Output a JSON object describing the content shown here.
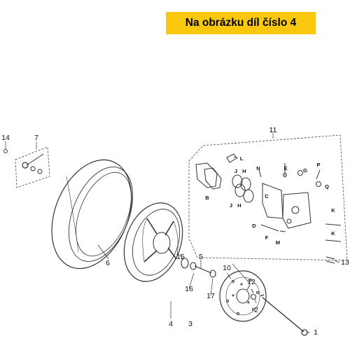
{
  "banner": {
    "text": "Na obrázku díl číslo 4"
  },
  "numbers": [
    "1",
    "2",
    "3",
    "4",
    "5",
    "6",
    "7",
    "10",
    "11",
    "12",
    "13",
    "14",
    "15",
    "16",
    "17"
  ],
  "letters": [
    "L",
    "J",
    "H",
    "N",
    "E",
    "G",
    "P",
    "Q",
    "B",
    "J",
    "H",
    "C",
    "K",
    "D",
    "F",
    "M",
    "K"
  ]
}
